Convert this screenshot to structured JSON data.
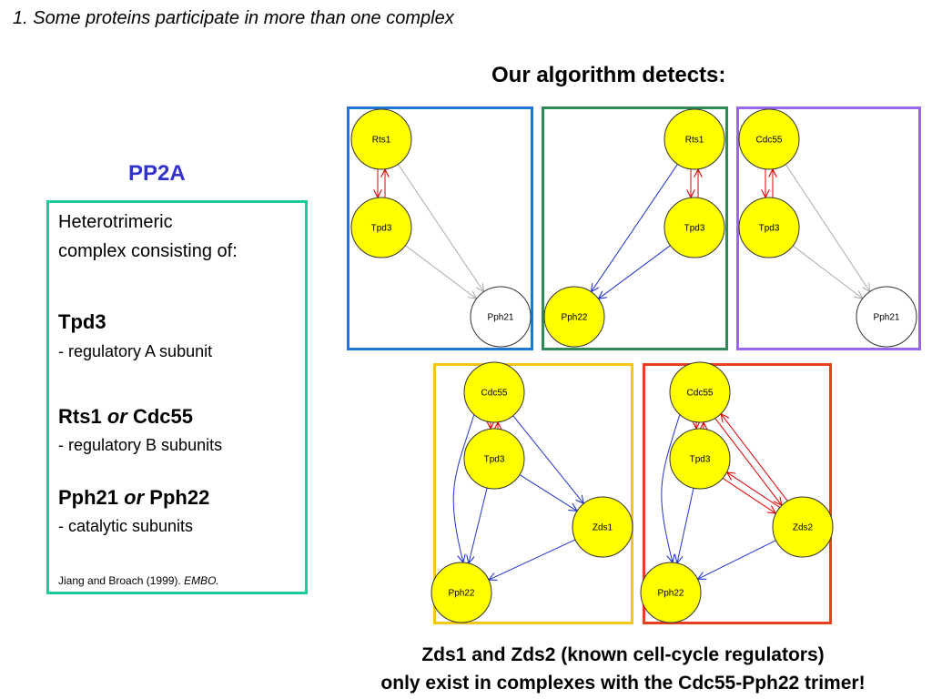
{
  "slide_title": "1. Some proteins participate in more than one complex",
  "algo_heading": "Our algorithm detects:",
  "pp2a": {
    "heading": "PP2A",
    "intro_line1": "Heterotrimeric",
    "intro_line2": "complex consisting of:",
    "tpd3": {
      "name": "Tpd3",
      "desc": "- regulatory A subunit"
    },
    "b_sub": {
      "name1": "Rts1",
      "or": "or",
      "name2": "Cdc55",
      "desc": "- regulatory B subunits"
    },
    "cat_sub": {
      "name1": "Pph21",
      "or": "or",
      "name2": "Pph22",
      "desc": "- catalytic subunits"
    },
    "citation_main": "Jiang and Broach (1999). ",
    "citation_journal": "EMBO."
  },
  "panels": [
    {
      "id": "p1",
      "border_color": "#1f77d4",
      "nodes": [
        {
          "id": "a",
          "label": "Rts1",
          "fill": "#ffff00"
        },
        {
          "id": "b",
          "label": "Tpd3",
          "fill": "#ffff00"
        },
        {
          "id": "c",
          "label": "Pph21",
          "fill": "#ffffff"
        }
      ],
      "edges": [
        {
          "from": "a",
          "to": "b",
          "color": "red",
          "bidir": true
        },
        {
          "from": "a",
          "to": "c",
          "color": "#bbbbbb"
        },
        {
          "from": "b",
          "to": "c",
          "color": "#bbbbbb"
        }
      ]
    },
    {
      "id": "p2",
      "border_color": "#2e8b57",
      "nodes": [
        {
          "id": "a",
          "label": "Rts1",
          "fill": "#ffff00"
        },
        {
          "id": "b",
          "label": "Tpd3",
          "fill": "#ffff00"
        },
        {
          "id": "c",
          "label": "Pph22",
          "fill": "#ffff00"
        }
      ],
      "edges": [
        {
          "from": "a",
          "to": "b",
          "color": "red",
          "bidir": true
        },
        {
          "from": "a",
          "to": "c",
          "color": "blue"
        },
        {
          "from": "b",
          "to": "c",
          "color": "blue"
        }
      ]
    },
    {
      "id": "p3",
      "border_color": "#9966ee",
      "nodes": [
        {
          "id": "a",
          "label": "Cdc55",
          "fill": "#ffff00"
        },
        {
          "id": "b",
          "label": "Tpd3",
          "fill": "#ffff00"
        },
        {
          "id": "c",
          "label": "Pph21",
          "fill": "#ffffff"
        }
      ],
      "edges": [
        {
          "from": "a",
          "to": "b",
          "color": "red",
          "bidir": true
        },
        {
          "from": "a",
          "to": "c",
          "color": "#bbbbbb"
        },
        {
          "from": "b",
          "to": "c",
          "color": "#bbbbbb"
        }
      ]
    },
    {
      "id": "p4",
      "border_color": "#f5c518",
      "nodes": [
        {
          "id": "a",
          "label": "Cdc55",
          "fill": "#ffff00"
        },
        {
          "id": "b",
          "label": "Tpd3",
          "fill": "#ffff00"
        },
        {
          "id": "c",
          "label": "Zds1",
          "fill": "#ffff00"
        },
        {
          "id": "d",
          "label": "Pph22",
          "fill": "#ffff00"
        }
      ],
      "edges": [
        {
          "from": "a",
          "to": "b",
          "color": "red",
          "bidir": true
        },
        {
          "from": "a",
          "to": "c",
          "color": "blue"
        },
        {
          "from": "b",
          "to": "c",
          "color": "blue"
        },
        {
          "from": "a",
          "to": "d",
          "color": "blue"
        },
        {
          "from": "b",
          "to": "d",
          "color": "blue"
        },
        {
          "from": "c",
          "to": "d",
          "color": "blue"
        }
      ]
    },
    {
      "id": "p5",
      "border_color": "#e8401c",
      "nodes": [
        {
          "id": "a",
          "label": "Cdc55",
          "fill": "#ffff00"
        },
        {
          "id": "b",
          "label": "Tpd3",
          "fill": "#ffff00"
        },
        {
          "id": "c",
          "label": "Zds2",
          "fill": "#ffff00"
        },
        {
          "id": "d",
          "label": "Pph22",
          "fill": "#ffff00"
        }
      ],
      "edges": [
        {
          "from": "a",
          "to": "b",
          "color": "red",
          "bidir": true
        },
        {
          "from": "a",
          "to": "c",
          "color": "red",
          "bidir": true
        },
        {
          "from": "b",
          "to": "c",
          "color": "red",
          "bidir": true
        },
        {
          "from": "a",
          "to": "d",
          "color": "blue"
        },
        {
          "from": "b",
          "to": "d",
          "color": "blue"
        },
        {
          "from": "c",
          "to": "d",
          "color": "blue"
        }
      ]
    }
  ],
  "bottom_line1": "Zds1 and Zds2 (known cell-cycle regulators)",
  "bottom_line2": "only exist in complexes with the Cdc55-Pph22 trimer!"
}
